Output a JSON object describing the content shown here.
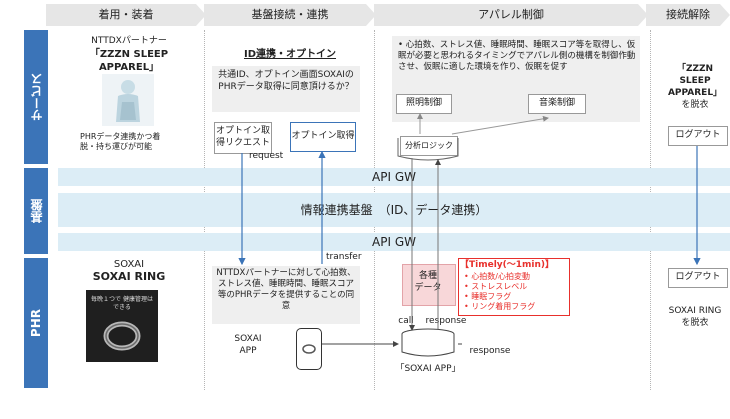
{
  "phases": [
    "着用・装着",
    "基盤接続・連携",
    "アパレル制御",
    "接続解除"
  ],
  "rows": {
    "service": "サービス",
    "platform": "基盤",
    "phr": "PHR"
  },
  "partner": {
    "line1": "NTTDXパートナー",
    "line2": "「ZZZN SLEEP",
    "line3": "APPAREL」",
    "caption": "PHRデータ連携かつ着脱・持ち運びが可能"
  },
  "consent": {
    "title": "ID連携・オプトイン",
    "question": "共通ID、オプトイン画面SOXAIのPHRデータ取得に同意頂けるか？",
    "request_box": "オプトイン取得リクエスト",
    "obtain_box": "オプトイン取得",
    "request_label": "request",
    "transfer_label": "transfer"
  },
  "control": {
    "bullet": "心拍数、ストレス値、睡眠時間、睡眠スコア等を取得し、仮眠が必要と思われるタイミングでアパレル側の機構を制御作動させ、仮眠に適した環境を作り、仮眠を促す",
    "light": "照明制御",
    "music": "音楽制御",
    "logic": "分析ロジック"
  },
  "release": {
    "service_title_1": "「ZZZN",
    "service_title_2": "SLEEP",
    "service_title_3": "APPAREL」",
    "service_sub": "を脱衣",
    "logout": "ログアウト",
    "phr_text_1": "SOXAI RING",
    "phr_text_2": "を脱衣"
  },
  "bands": {
    "api_top": "API GW",
    "platform": "情報連携基盤　（ID、データ連携）",
    "api_bottom": "API GW"
  },
  "ring": {
    "line1": "SOXAI",
    "line2": "SOXAI RING",
    "product_caption": "毎晩１つで 健康管理はできる"
  },
  "phr": {
    "consent_text": "NTTDXパートナーに対して心拍数、ストレス値、睡眠時間、睡眠スコア等のPHRデータを提供することの同意",
    "app_label_1": "SOXAI",
    "app_label_2": "APP",
    "data_box_1": "各種",
    "data_box_2": "データ",
    "timely_title": "【Timely(～1min)】",
    "timely_items": [
      "心拍数/心拍変動",
      "ストレスレベル",
      "睡眠フラグ",
      "リング着用フラグ"
    ],
    "call": "call",
    "response1": "response",
    "response2": "response",
    "db_label": "「SOXAI APP」"
  },
  "colors": {
    "accent": "#3b74b8",
    "band": "#dcedf6",
    "red": "#e8302c",
    "pink": "#f8d7d9"
  }
}
